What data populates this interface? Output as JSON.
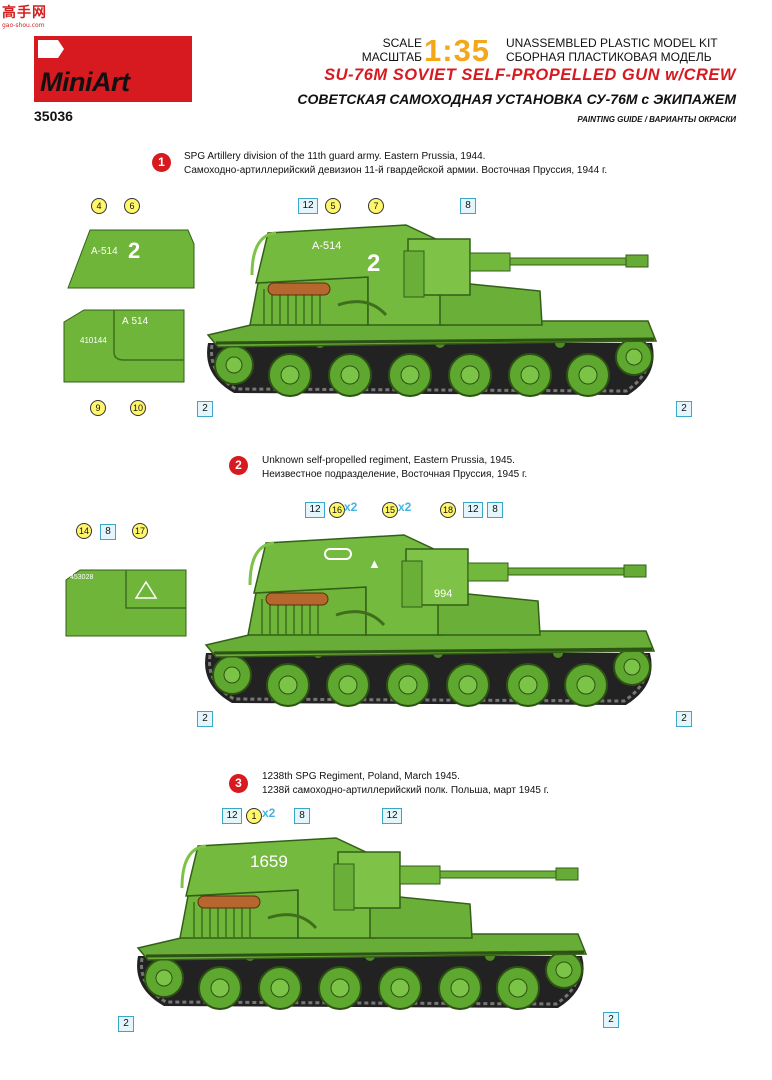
{
  "watermark": {
    "top": "高手网",
    "bottom": "gao-shou.com"
  },
  "header": {
    "brand": "MiniArt",
    "kit_number": "35036",
    "scale_label_en": "SCALE",
    "scale_label_ru": "МАСШТАБ",
    "scale_value": "1:35",
    "kit_type_en": "UNASSEMBLED PLASTIC MODEL KIT",
    "kit_type_ru": "СБОРНАЯ ПЛАСТИКОВАЯ МОДЕЛЬ",
    "title_en": "SU-76M SOVIET SELF-PROPELLED GUN w/CREW",
    "title_ru": "СОВЕТСКАЯ САМОХОДНАЯ УСТАНОВКА СУ-76М с ЭКИПАЖЕМ",
    "guide": "PAINTING GUIDE / ВАРИАНТЫ ОКРАСКИ"
  },
  "colors": {
    "accent": "#d71920",
    "scale": "#f2a81a",
    "vehicle_green": "#6fb53a",
    "vehicle_dark": "#3f6e1c"
  },
  "variants": [
    {
      "num": "1",
      "line_en": "SPG Artillery division of the 11th guard army. Eastern Prussia, 1944.",
      "line_ru": "Самоходно-артиллерийский девизион 11-й гвардейской армии. Восточная Пруссия, 1944 г.",
      "hull_marking": "А-514",
      "hull_number": "2",
      "detail1_text": "А-514",
      "detail1_num": "2",
      "detail2_reg": "410144",
      "detail2_text": "А 514",
      "callouts": {
        "b12": "12",
        "y5": "5",
        "y7": "7",
        "b8": "8",
        "y4": "4",
        "y6": "6",
        "y9": "9",
        "y10": "10",
        "b2a": "2",
        "b2b": "2"
      }
    },
    {
      "num": "2",
      "line_en": "Unknown self-propelled regiment, Eastern Prussia, 1945.",
      "line_ru": "Неизвестное подразделение, Восточная Пруссия, 1945 г.",
      "hull_number": "994",
      "detail_reg": "453028",
      "callouts": {
        "b12a": "12",
        "y16": "16",
        "x2a": "x2",
        "y15": "15",
        "x2b": "x2",
        "y18": "18",
        "b12b": "12",
        "b8": "8",
        "y14": "14",
        "b8d": "8",
        "y17": "17",
        "b2a": "2",
        "b2b": "2"
      }
    },
    {
      "num": "3",
      "line_en": "1238th SPG Regiment, Poland, March 1945.",
      "line_ru": "1238й самоходно-артиллерийский полк. Польша, март 1945 г.",
      "hull_number": "1659",
      "callouts": {
        "b12a": "12",
        "y1": "1",
        "x2": "x2",
        "b8": "8",
        "b12b": "12",
        "b2a": "2",
        "b2b": "2"
      }
    }
  ]
}
